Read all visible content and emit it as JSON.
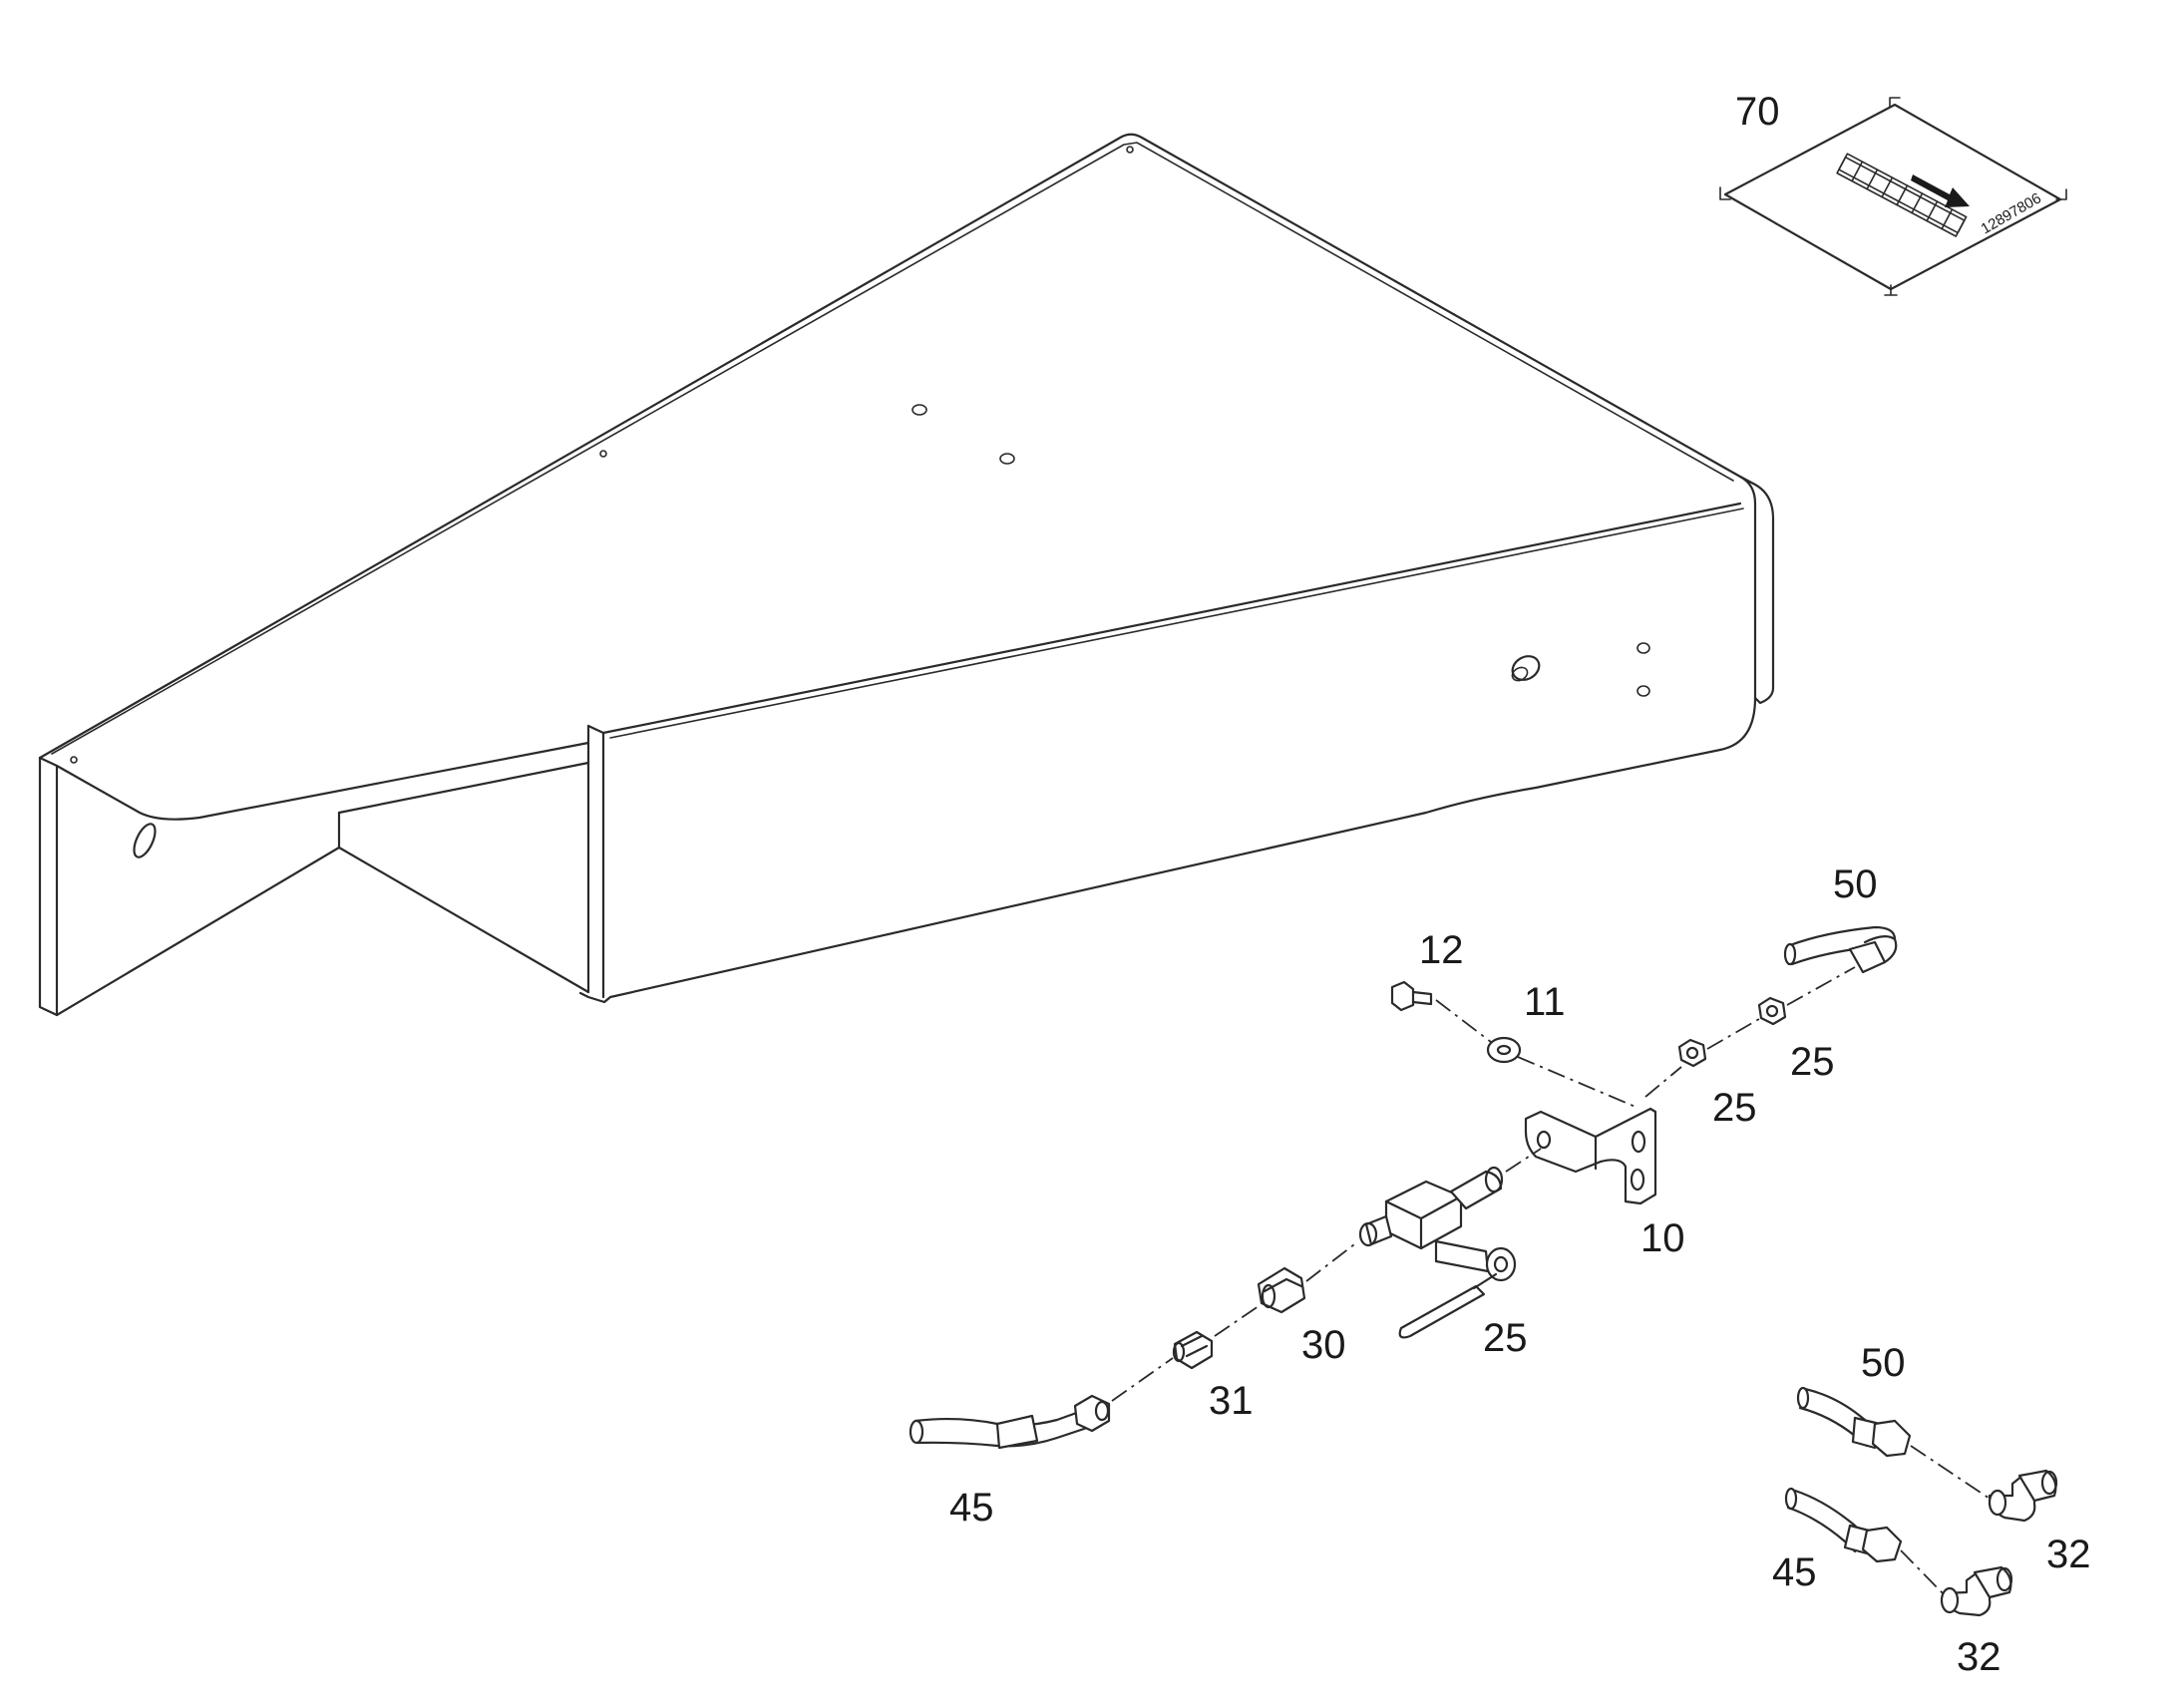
{
  "decal": {
    "code": "12897806"
  },
  "callouts": [
    {
      "id": "c70",
      "text": "70"
    },
    {
      "id": "c50a",
      "text": "50"
    },
    {
      "id": "c12",
      "text": "12"
    },
    {
      "id": "c11",
      "text": "11"
    },
    {
      "id": "c25a",
      "text": "25"
    },
    {
      "id": "c25b",
      "text": "25"
    },
    {
      "id": "c10",
      "text": "10"
    },
    {
      "id": "c25c",
      "text": "25"
    },
    {
      "id": "c30",
      "text": "30"
    },
    {
      "id": "c31",
      "text": "31"
    },
    {
      "id": "c45a",
      "text": "45"
    },
    {
      "id": "c50b",
      "text": "50"
    },
    {
      "id": "c32a",
      "text": "32"
    },
    {
      "id": "c45b",
      "text": "45"
    },
    {
      "id": "c32b",
      "text": "32"
    }
  ]
}
